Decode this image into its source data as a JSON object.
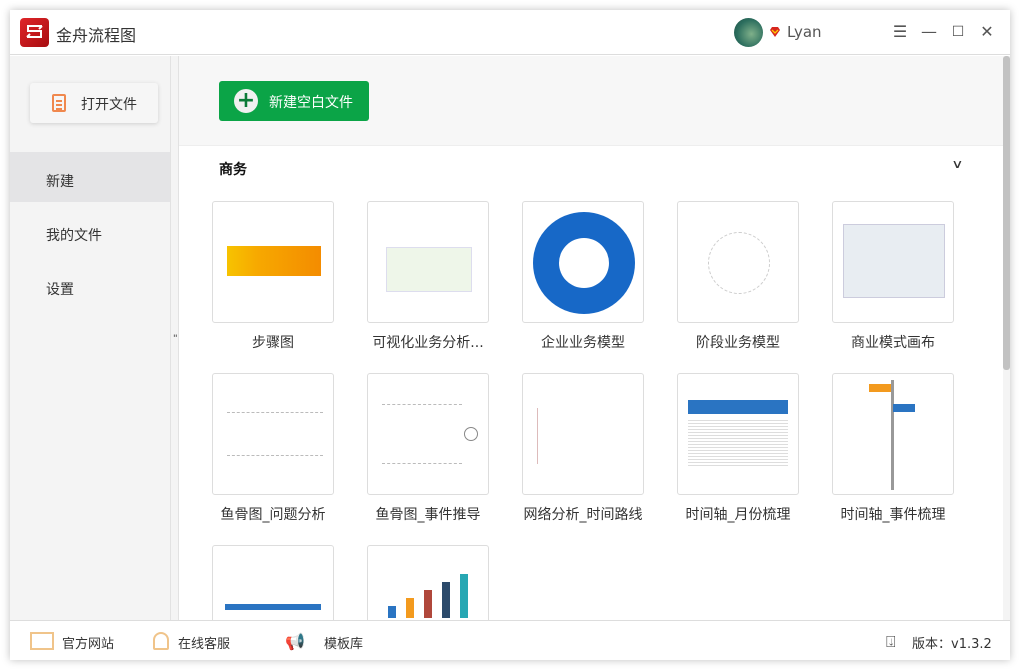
{
  "app": {
    "title": "金舟流程图",
    "user": "Lyan"
  },
  "sidebar": {
    "open_file": "打开文件",
    "items": [
      {
        "label": "新建",
        "active": true
      },
      {
        "label": "我的文件"
      },
      {
        "label": "设置"
      }
    ]
  },
  "main": {
    "new_blank": "新建空白文件",
    "section": "商务",
    "templates": [
      {
        "label": "步骤图"
      },
      {
        "label": "可视化业务分析..."
      },
      {
        "label": "企业业务模型"
      },
      {
        "label": "阶段业务模型"
      },
      {
        "label": "商业模式画布"
      },
      {
        "label": "鱼骨图_问题分析"
      },
      {
        "label": "鱼骨图_事件推导"
      },
      {
        "label": "网络分析_时间路线"
      },
      {
        "label": "时间轴_月份梳理"
      },
      {
        "label": "时间轴_事件梳理"
      },
      {
        "label": ""
      },
      {
        "label": ""
      }
    ]
  },
  "footer": {
    "website": "官方网站",
    "support": "在线客服",
    "templates": "模板库",
    "version": "版本：v1.3.2"
  },
  "colors": {
    "accent": "#0ba447",
    "logo": "#d01a1f",
    "footer_icon": "#f0c48a"
  }
}
